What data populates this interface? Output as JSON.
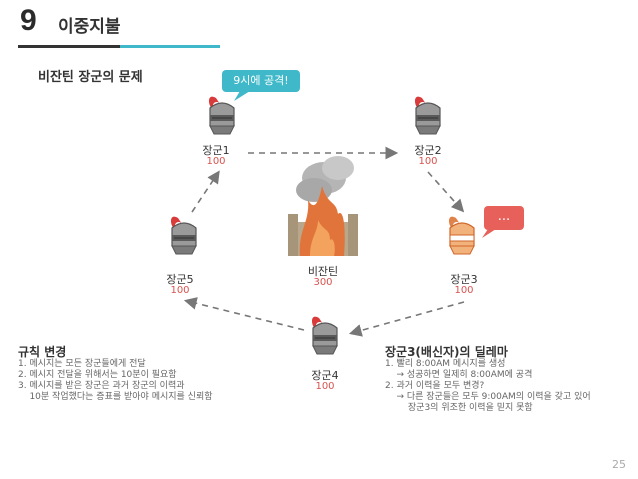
{
  "header": {
    "chapter_number": "9",
    "chapter_title": "이중지불"
  },
  "subtitle": "비잔틴 장군의 문제",
  "speech": {
    "general1": "9시에 공격!",
    "general3": "..."
  },
  "nodes": {
    "general1": {
      "name": "장군1",
      "value": "100"
    },
    "general2": {
      "name": "장군2",
      "value": "100"
    },
    "general3": {
      "name": "장군3",
      "value": "100"
    },
    "general4": {
      "name": "장군4",
      "value": "100"
    },
    "general5": {
      "name": "장군5",
      "value": "100"
    },
    "byzantium": {
      "name": "비잔틴",
      "value": "300"
    }
  },
  "rules": {
    "title": "규칙 변경",
    "items": [
      "1. 메시지는 모든 장군들에게 전달",
      "2. 메시지 전달을 위해서는 10분이 필요함",
      "3. 메시지를 받은 장군은 과거 장군의 이력과",
      "    10분 작업했다는 증표를 받아야 메시지를 신뢰함"
    ]
  },
  "dilemma": {
    "title": "장군3(배신자)의 딜레마",
    "items": [
      "1. 빨리 8:00AM 메시지를 생성",
      "    → 성공하면 일제히 8:00AM에 공격",
      "2. 과거 이력을 모두 변경?",
      "    → 다른 장군들은 모두 9:00AM의 이력을 갖고 있어",
      "        장군3의 위조한 이력을 믿지 못함"
    ]
  },
  "page_number": "25",
  "colors": {
    "accent": "#3fb8c9",
    "value_red": "#d9534f",
    "traitor": "#e0834a",
    "helmet": "#8a8a8a"
  }
}
